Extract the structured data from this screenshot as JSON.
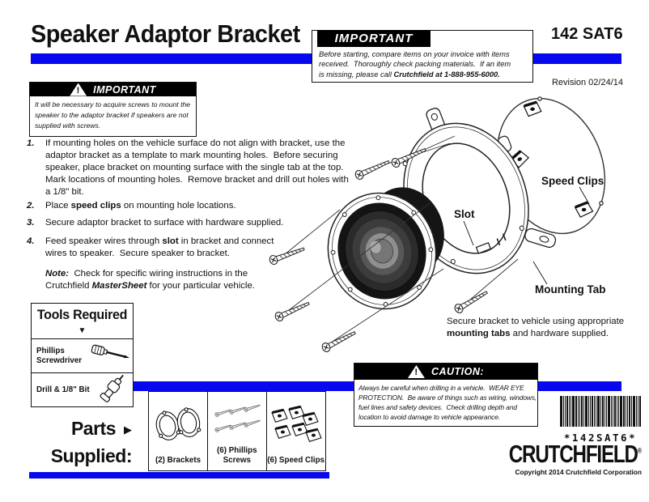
{
  "colors": {
    "accent_blue": "#0808ef",
    "page_bg": "#ffffff",
    "ink": "#111111"
  },
  "icons": {
    "exclamation": "!",
    "down_arrow": "▼",
    "right_arrow": "▶"
  },
  "header": {
    "title": "Speaker Adaptor Bracket",
    "product_code": "142 SAT6",
    "revision": "Revision 02/24/14"
  },
  "invoice_notice": {
    "label": "IMPORTANT",
    "body": "Before starting, compare items on your invoice with items\nreceived.  Thoroughly check packing materials.  If an item\nis missing, please call ",
    "bold": "Crutchfield at 1-888-955-6000."
  },
  "screw_notice": {
    "label": "IMPORTANT",
    "body": "It will be necessary to acquire screws to mount the\nspeaker to the adaptor bracket if speakers are not\nsupplied with screws."
  },
  "steps": [
    {
      "num": "1.",
      "pre": "If mounting holes on the vehicle surface do not align with bracket, use the\nadaptor bracket as a template to mark mounting holes.  Before securing\nspeaker, place bracket on mounting surface with the single tab at the top.\nMark locations of mounting holes.  Remove bracket and drill out holes with\na 1/8\" bit.",
      "bold": "",
      "post": ""
    },
    {
      "num": "2.",
      "pre": "Place ",
      "bold": "speed clips",
      "post": " on mounting hole locations."
    },
    {
      "num": "3.",
      "pre": "Secure adaptor bracket to surface with hardware supplied.",
      "bold": "",
      "post": ""
    },
    {
      "num": "4.",
      "pre": "Feed speaker wires through ",
      "bold": "slot",
      "post": " in bracket and connect\nwires to speaker.  Secure speaker to bracket."
    }
  ],
  "note": {
    "label": "Note:",
    "pre": "  Check for specific wiring instructions in the\nCrutchfield ",
    "emph": "MasterSheet",
    "post": " for your particular vehicle."
  },
  "tools": {
    "title": "Tools Required",
    "items": [
      {
        "label": "Phillips\nScrewdriver",
        "icon": "screwdriver-icon"
      },
      {
        "label": "Drill & 1/8\" Bit",
        "icon": "drill-icon"
      }
    ]
  },
  "parts": {
    "word1": "Parts",
    "word2": "Supplied:",
    "items": [
      {
        "label": "(2) Brackets",
        "icon": "brackets-icon"
      },
      {
        "label": "(6) Phillips\nScrews",
        "icon": "screws-icon"
      },
      {
        "label": "(6) Speed Clips",
        "icon": "speed-clips-icon"
      }
    ]
  },
  "caution": {
    "label": "CAUTION:",
    "body": "Always be careful when drilling in a vehicle.  WEAR EYE\nPROTECTION.  Be aware of things such as wiring, windows,\nfuel lines and safety devices.  Check drilling depth and\nlocation to avoid damage to vehicle appearance."
  },
  "diagram": {
    "speed_clips_label": "Speed Clips",
    "slot_label": "Slot",
    "mounting_tab_label": "Mounting Tab",
    "secure_pre": "Secure bracket to vehicle using appropriate\n",
    "secure_bold": "mounting tabs",
    "secure_post": " and hardware supplied."
  },
  "footer": {
    "barcode_text": "*142SAT6*",
    "brand": "CRUTCHFIELD",
    "trademark": "®",
    "copyright": "Copyright 2014  Crutchfield Corporation"
  }
}
